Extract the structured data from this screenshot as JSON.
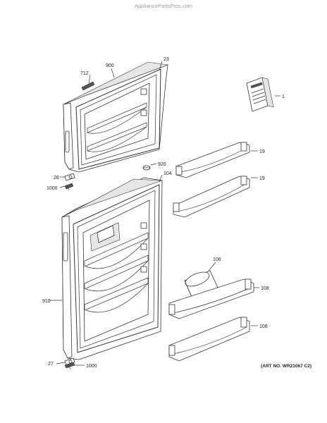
{
  "watermark": "AppliancePartsPros.com",
  "art_no": "(ART NO. WR21067 C2)",
  "callouts": {
    "c1": "1",
    "c19a": "19",
    "c19b": "19",
    "c23": "23",
    "c26": "26",
    "c27": "27",
    "c104": "104",
    "c106": "106",
    "c108a": "108",
    "c108b": "108",
    "c712": "712",
    "c900": "900",
    "c910": "910",
    "c920": "920",
    "c1000a": "1000",
    "c1000b": "1000"
  }
}
